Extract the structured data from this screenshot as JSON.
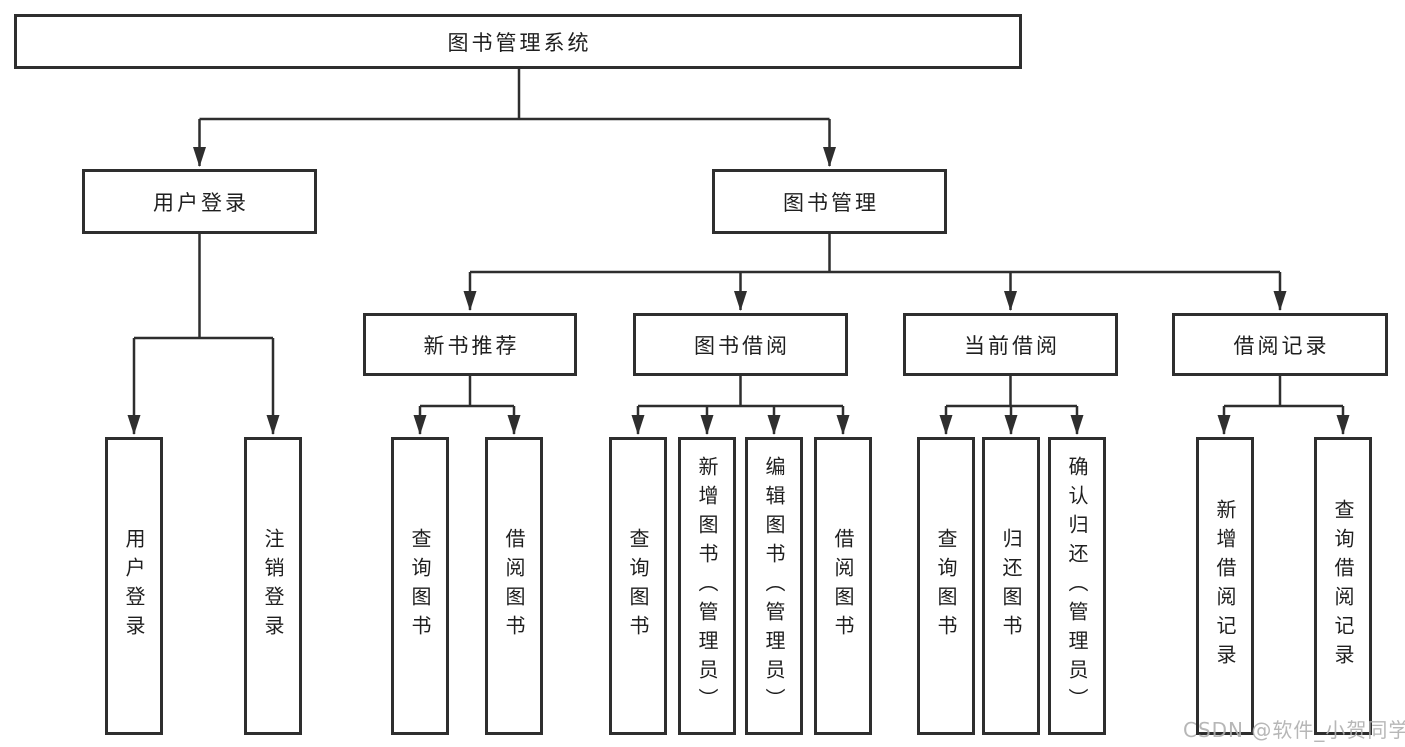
{
  "diagram": {
    "root": {
      "label": "图书管理系统"
    },
    "level2": [
      {
        "label": "用户登录"
      },
      {
        "label": "图书管理"
      }
    ],
    "level3": [
      {
        "label": "新书推荐"
      },
      {
        "label": "图书借阅"
      },
      {
        "label": "当前借阅"
      },
      {
        "label": "借阅记录"
      }
    ],
    "leaves": [
      {
        "label": "用户登录"
      },
      {
        "label": "注销登录"
      },
      {
        "label": "查询图书"
      },
      {
        "label": "借阅图书"
      },
      {
        "label": "查询图书"
      },
      {
        "label": "新增图书（管理员）"
      },
      {
        "label": "编辑图书（管理员）"
      },
      {
        "label": "借阅图书"
      },
      {
        "label": "查询图书"
      },
      {
        "label": "归还图书"
      },
      {
        "label": "确认归还（管理员）"
      },
      {
        "label": "新增借阅记录"
      },
      {
        "label": "查询借阅记录"
      }
    ],
    "watermark": {
      "label": "CSDN @软件_小贺同学"
    },
    "colors": {
      "line": "#2e2e2e",
      "box_border": "#2e2e2e",
      "box_background": "#ffffff",
      "text": "#1f1f1f",
      "watermark": "#b0b0b0"
    }
  }
}
